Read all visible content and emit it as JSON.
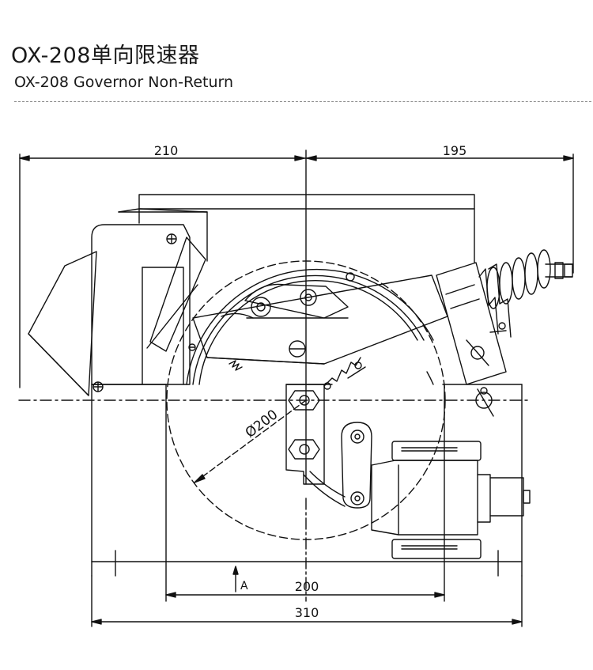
{
  "header": {
    "title_cn": "OX-208单向限速器",
    "title_en": "OX-208 Governor Non-Return"
  },
  "drawing": {
    "dimensions": {
      "left_width": "210",
      "right_width": "195",
      "sheave_diameter": "Ø200",
      "bottom_inner": "200",
      "bottom_overall": "310",
      "section_mark": "A"
    },
    "colors": {
      "line": "#111111",
      "divider": "#8a8a8a"
    }
  }
}
